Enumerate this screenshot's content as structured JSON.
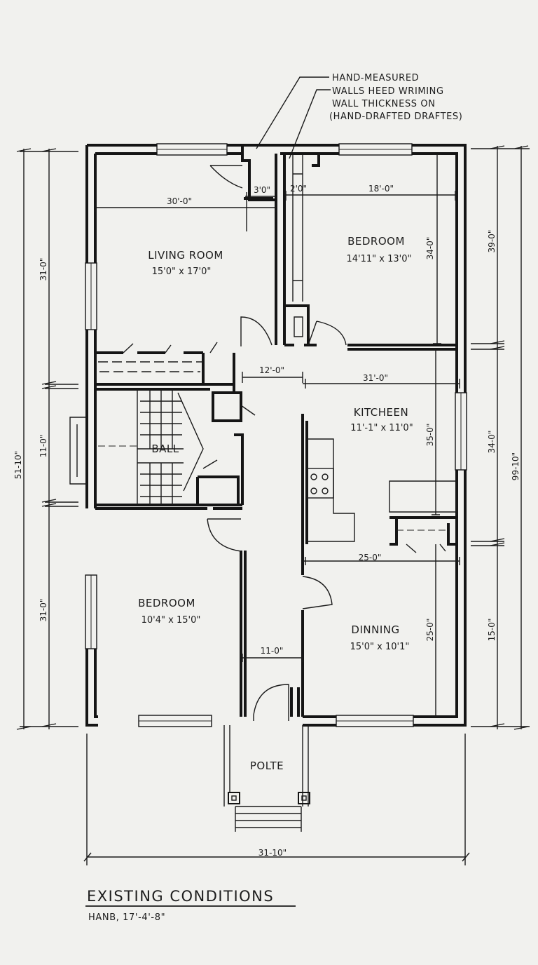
{
  "notes": [
    "HAND-MEASURED",
    "WALLS HEED WRIMING",
    "WALL THICKNESS ON",
    "(HAND-DRAFTED DRAFTES)"
  ],
  "rooms": {
    "living": {
      "name": "LIVING ROOM",
      "size": "15'0\" x 17'0\""
    },
    "bedroom_ne": {
      "name": "BEDROOM",
      "size": "14'11\" x 13'0\""
    },
    "hall": {
      "name": "BALL"
    },
    "kitchen": {
      "name": "KITCHEEN",
      "size": "11'-1\" x 11'0\""
    },
    "bedroom_sw": {
      "name": "BEDROOM",
      "size": "10'4\" x 15'0\""
    },
    "dining": {
      "name": "DINNING",
      "size": "15'0\" x 10'1\""
    },
    "porch": {
      "name": "POLTE"
    }
  },
  "dimensions": {
    "living_width": "30'-0\"",
    "closet_a": "3'0\"",
    "closet_b": "2'0\"",
    "bedroom_width": "18'-0\"",
    "bedroom_height": "34-0\"",
    "corridor_width": "12'-0\"",
    "kitchen_width": "31'-0\"",
    "kitchen_height": "35-0\"",
    "dining_width": "25-0\"",
    "dining_height": "25-0\"",
    "entry_width": "11-0\"",
    "left_upper": "31-0\"",
    "left_middle": "11-0\"",
    "left_lower": "31-0\"",
    "left_overall": "51-10\"",
    "right_upper": "39-0\"",
    "right_middle": "34-0\"",
    "right_lower": "15-0\"",
    "right_overall": "99-10\"",
    "bottom_overall": "31-10\""
  },
  "title": {
    "main": "EXISTING CONDITIONS",
    "sub": "HANB, 17'-4'-8\""
  }
}
